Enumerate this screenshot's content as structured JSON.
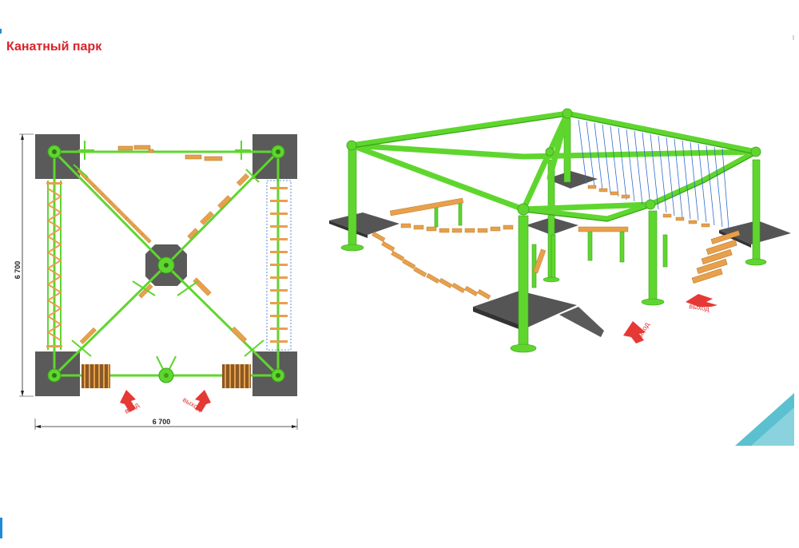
{
  "title": "Канатный парк",
  "plan": {
    "width_label": "6 700",
    "height_label": "6 700",
    "entrance_label": "вход",
    "exit_label": "выход"
  },
  "render": {
    "exit_label": "выход",
    "entrance_label": "выход"
  },
  "colors": {
    "frame": "#5fd62e",
    "frame_dark": "#3aa21a",
    "platform": "#5a5a5a",
    "wood": "#e8a04a",
    "rope": "#2f6ccc",
    "arrow": "#e53935",
    "title": "#d8232a",
    "accent": "#5bc0cf"
  }
}
